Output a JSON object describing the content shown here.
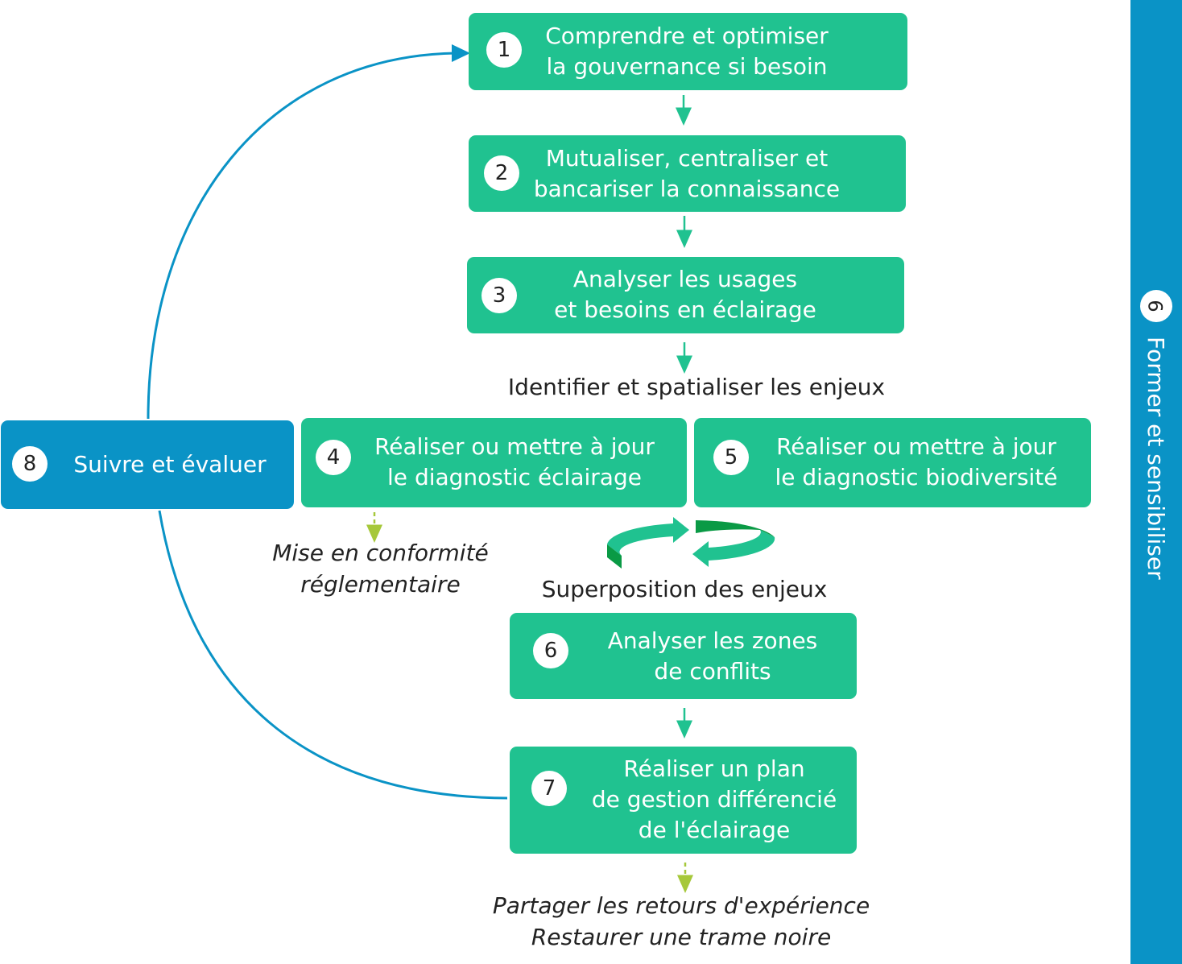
{
  "steps": [
    {
      "num": "1",
      "label": "Comprendre et optimiser\nla gouvernance si besoin"
    },
    {
      "num": "2",
      "label": "Mutualiser, centraliser et\nbancariser la connaissance"
    },
    {
      "num": "3",
      "label": "Analyser les usages\net besoins en éclairage"
    },
    {
      "num": "4",
      "label": "Réaliser ou mettre à jour\nle diagnostic éclairage"
    },
    {
      "num": "5",
      "label": "Réaliser ou mettre à jour\nle diagnostic biodiversité"
    },
    {
      "num": "6",
      "label": "Analyser les zones\nde conflits"
    },
    {
      "num": "7",
      "label": "Réaliser un plan\nde gestion différencié\nde l'éclairage"
    },
    {
      "num": "8",
      "label": "Suivre et évaluer"
    }
  ],
  "sidebar": {
    "num": "9",
    "label": "Former et sensibiliser"
  },
  "notes": {
    "identify": "Identifier et spatialiser les enjeux",
    "compliance": "Mise en conformité\nréglementaire",
    "overlay": "Superposition des enjeux",
    "outcomes": "Partager les retours d'expérience\nRestaurer une trame noire"
  },
  "colors": {
    "green": "#20c290",
    "blue": "#0a93c6",
    "dark_green": "#0a9a45",
    "lime": "#a6c83a"
  }
}
